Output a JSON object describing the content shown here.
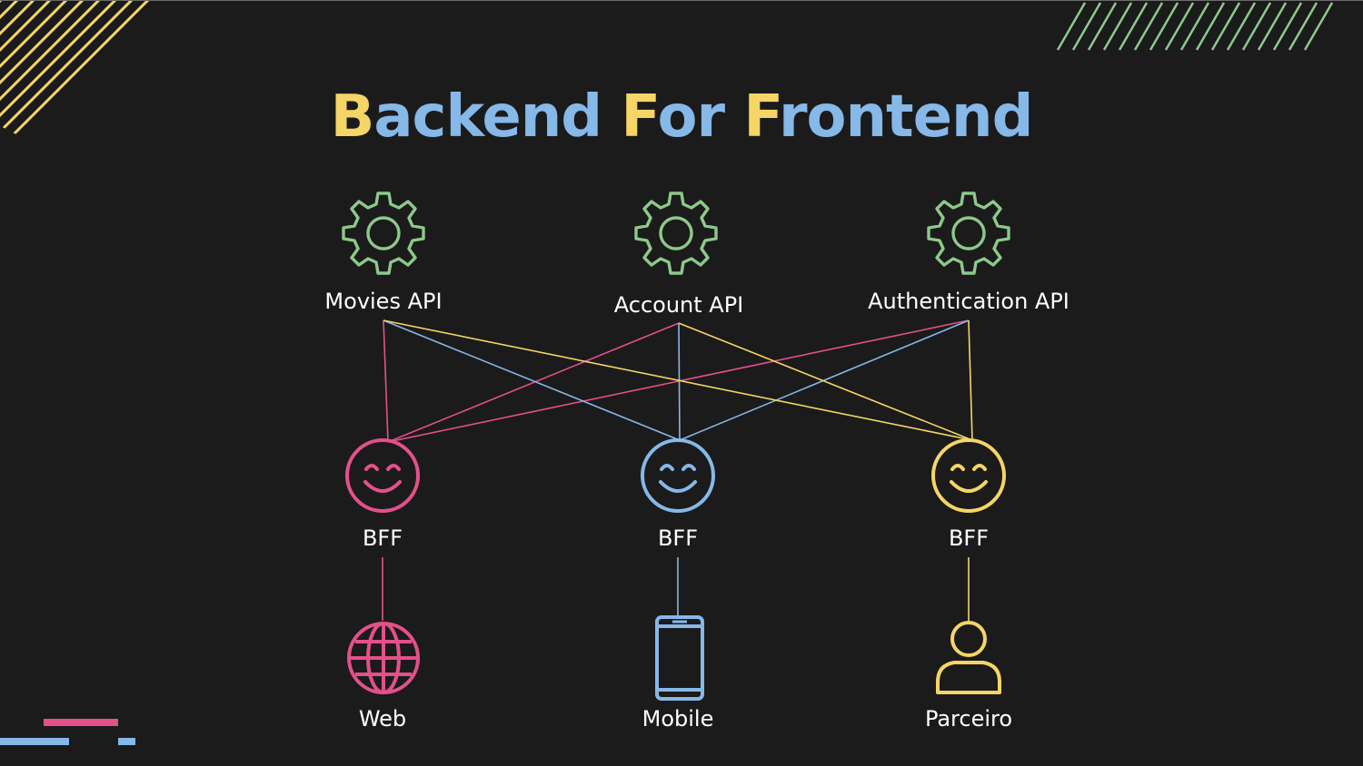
{
  "title": {
    "segments": [
      {
        "text": "B",
        "color": "#f5d565"
      },
      {
        "text": "ackend ",
        "color": "#86b8e8"
      },
      {
        "text": "F",
        "color": "#f5d565"
      },
      {
        "text": "or ",
        "color": "#86b8e8"
      },
      {
        "text": "F",
        "color": "#f5d565"
      },
      {
        "text": "rontend",
        "color": "#86b8e8"
      }
    ]
  },
  "colors": {
    "background": "#1b1b1b",
    "green": "#8dc98a",
    "pink": "#e4508a",
    "blue": "#86b8e8",
    "yellow": "#f5d565",
    "text": "#ffffff"
  },
  "apis": [
    {
      "label": "Movies API",
      "icon": "gear-icon"
    },
    {
      "label": "Account API",
      "icon": "gear-icon"
    },
    {
      "label": "Authentication API",
      "icon": "gear-icon"
    }
  ],
  "bffs": [
    {
      "label": "BFF",
      "icon": "smiley-face-icon",
      "color": "#e4508a"
    },
    {
      "label": "BFF",
      "icon": "smiley-face-icon",
      "color": "#86b8e8"
    },
    {
      "label": "BFF",
      "icon": "smiley-face-icon",
      "color": "#f5d565"
    }
  ],
  "clients": [
    {
      "label": "Web",
      "icon": "globe-icon",
      "color": "#e4508a"
    },
    {
      "label": "Mobile",
      "icon": "mobile-phone-icon",
      "color": "#86b8e8"
    },
    {
      "label": "Parceiro",
      "icon": "person-icon",
      "color": "#f5d565"
    }
  ]
}
